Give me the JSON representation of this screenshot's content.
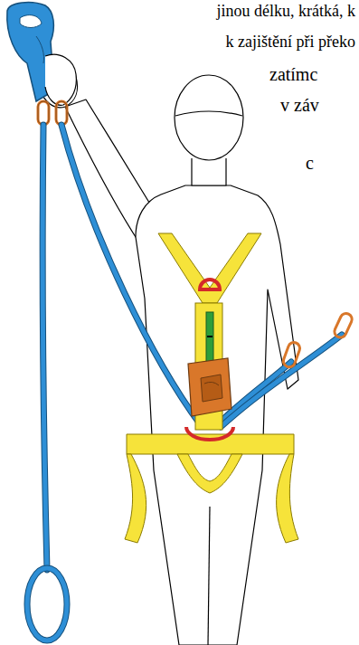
{
  "diagram": {
    "labels": [
      "jinou délku, krátká, k",
      "k zajištění při překo",
      "zatímc",
      "v záv",
      "c"
    ]
  }
}
